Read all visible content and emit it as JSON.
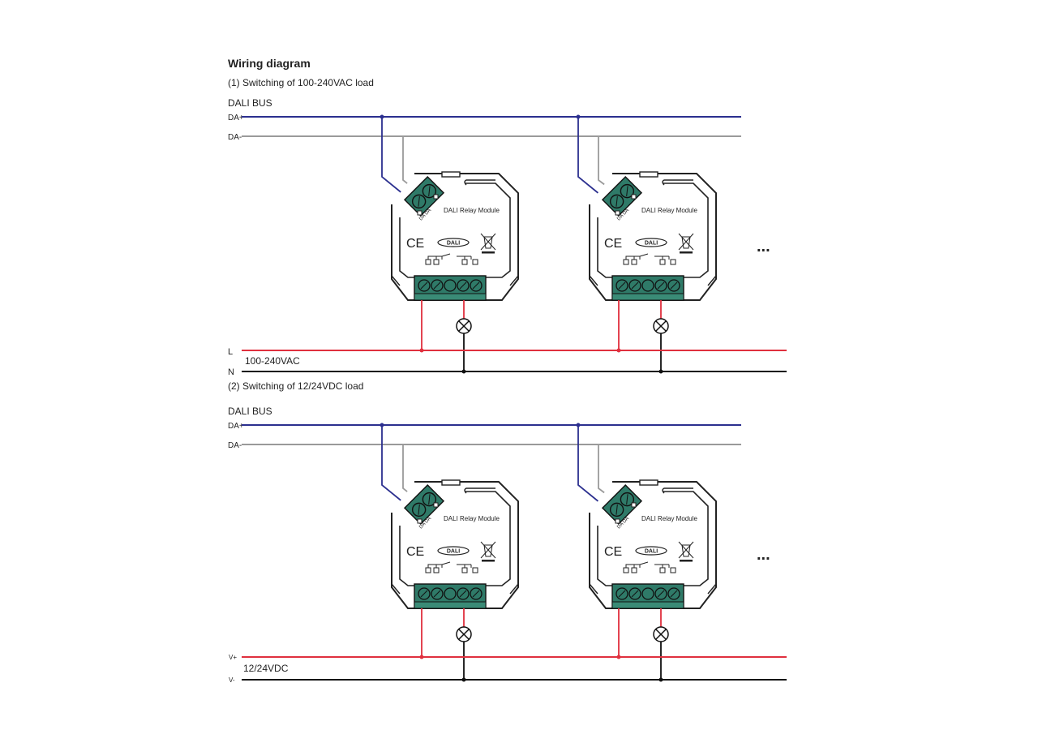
{
  "title": "Wiring diagram",
  "colors": {
    "da_plus": "#2b2f8f",
    "da_minus": "#9a9a9a",
    "live": "#e0303e",
    "neutral": "#111111",
    "terminal": "#2f7a68"
  },
  "module": {
    "label": "DALI Relay Module",
    "ce_mark": "CE",
    "dali_logo": "DALI",
    "input_labels": "DA DA"
  },
  "section1": {
    "heading": "(1) Switching of 100-240VAC load",
    "bus_label": "DALI BUS",
    "da_plus": "DA+",
    "da_minus": "DA-",
    "line_label": "L",
    "neutral_label": "N",
    "supply_label": "100-240VAC",
    "more": "..."
  },
  "section2": {
    "heading": "(2) Switching of 12/24VDC load",
    "bus_label": "DALI BUS",
    "da_plus": "DA+",
    "da_minus": "DA-",
    "line_label": "V+",
    "neutral_label": "V-",
    "supply_label": "12/24VDC",
    "more": "..."
  }
}
